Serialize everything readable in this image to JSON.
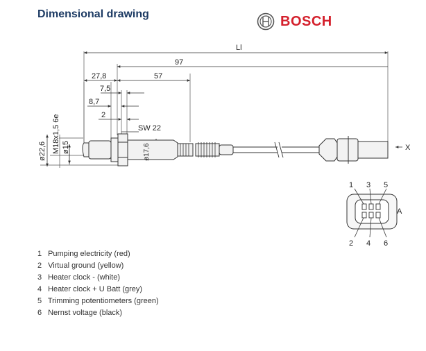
{
  "header": {
    "title": "Dimensional drawing",
    "brand": "BOSCH",
    "brand_color": "#d4202c",
    "title_color": "#1c3a63"
  },
  "dimensions": {
    "li": "Ll",
    "d97": "97",
    "d57": "57",
    "d27_8": "27,8",
    "d7_5": "7,5",
    "d8_7": "8,7",
    "d2": "2",
    "sw22": "SW 22",
    "thread": "M18x1,5  6e",
    "d22_6": "ø22,6",
    "d15": "ø15",
    "d17_6": "ø17,6",
    "x_label": "X",
    "a_label": "A"
  },
  "pins": {
    "top": [
      "1",
      "3",
      "5"
    ],
    "bottom": [
      "2",
      "4",
      "6"
    ]
  },
  "legend": [
    {
      "num": "1",
      "text": "Pumping electricity (red)"
    },
    {
      "num": "2",
      "text": "Virtual ground (yellow)"
    },
    {
      "num": "3",
      "text": "Heater clock - (white)"
    },
    {
      "num": "4",
      "text": "Heater clock + U Batt (grey)"
    },
    {
      "num": "5",
      "text": "Trimming potentiometers (green)"
    },
    {
      "num": "6",
      "text": "Nernst voltage (black)"
    }
  ]
}
